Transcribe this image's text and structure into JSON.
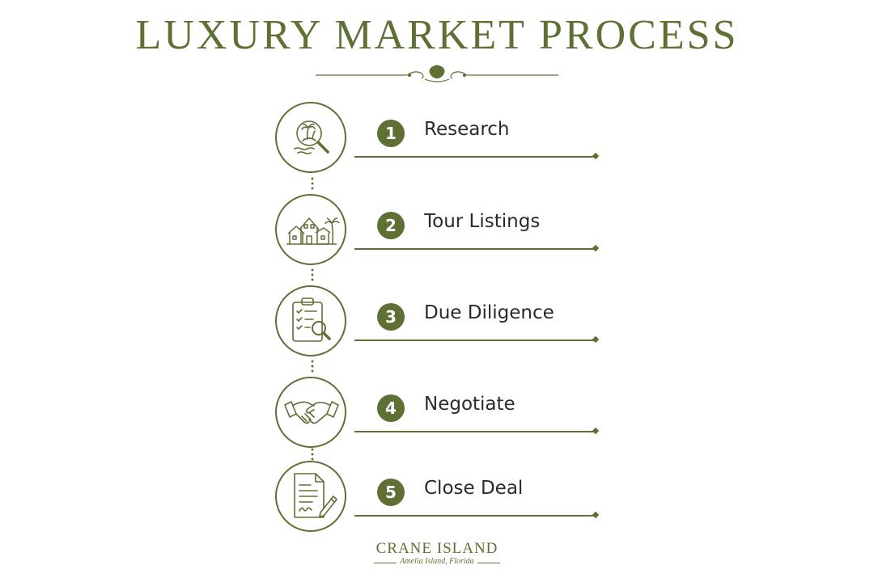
{
  "title": "LUXURY MARKET PROCESS",
  "accent_color": "#5e7033",
  "steps": [
    {
      "number": "1",
      "label": "Research",
      "icon": "island-magnifier-icon"
    },
    {
      "number": "2",
      "label": "Tour Listings",
      "icon": "house-palm-icon"
    },
    {
      "number": "3",
      "label": "Due Diligence",
      "icon": "clipboard-checklist-icon"
    },
    {
      "number": "4",
      "label": "Negotiate",
      "icon": "handshake-icon"
    },
    {
      "number": "5",
      "label": "Close Deal",
      "icon": "signed-document-icon"
    }
  ],
  "logo": {
    "name": "CRANE ISLAND",
    "tagline": "Amelia Island, Florida"
  }
}
